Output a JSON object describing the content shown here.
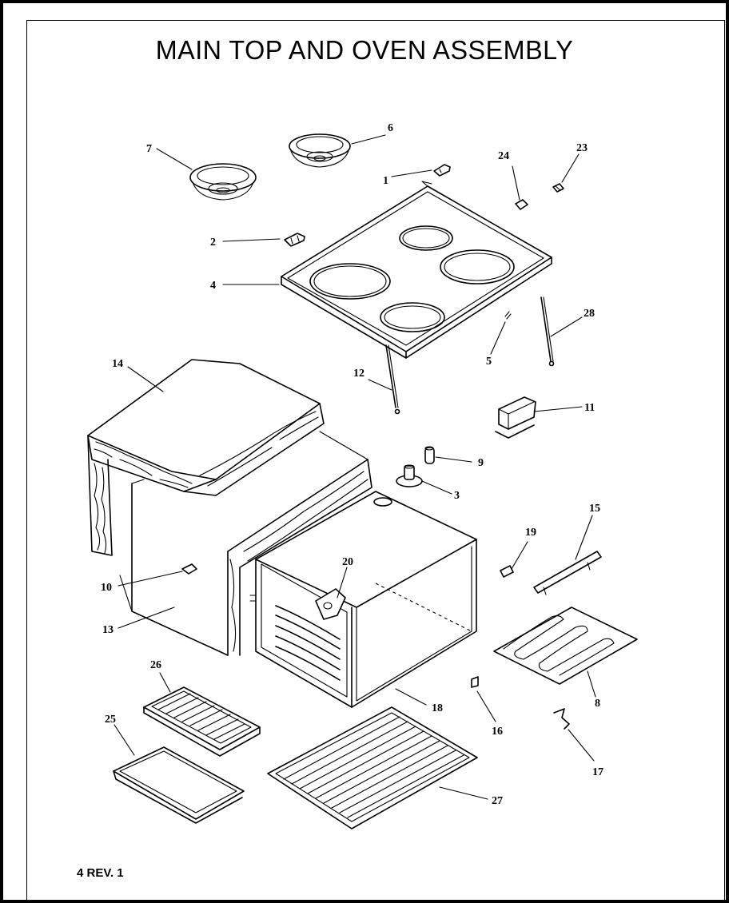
{
  "title": "MAIN TOP AND OVEN ASSEMBLY",
  "footer": "4 REV. 1",
  "callouts": {
    "p1": "1",
    "p2": "2",
    "p3": "3",
    "p4": "4",
    "p5": "5",
    "p6": "6",
    "p7": "7",
    "p8": "8",
    "p9": "9",
    "p10": "10",
    "p11": "11",
    "p12": "12",
    "p13": "13",
    "p14": "14",
    "p15": "15",
    "p16": "16",
    "p17": "17",
    "p18": "18",
    "p19": "19",
    "p20": "20",
    "p23": "23",
    "p24": "24",
    "p25": "25",
    "p26": "26",
    "p27": "27",
    "p28": "28"
  }
}
